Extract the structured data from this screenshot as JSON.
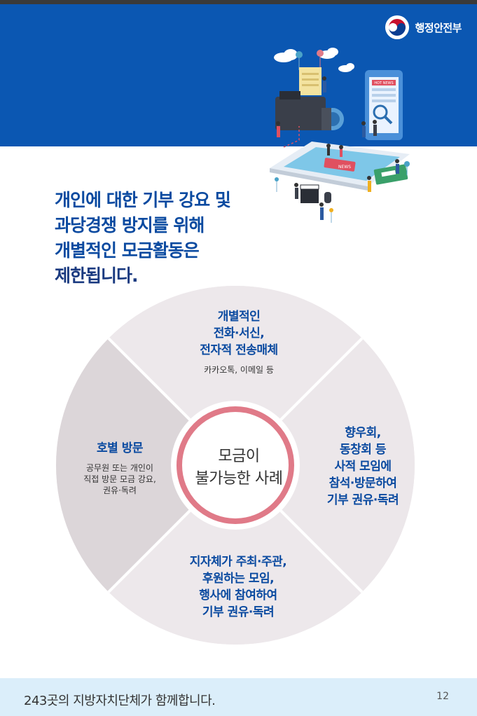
{
  "org": {
    "name": "행정안전부",
    "logo_icon": "taegeuk-logo-icon"
  },
  "headline": {
    "lines": [
      "개인에 대한 기부 강요 및",
      "과당경쟁 방지를 위해",
      "개별적인 모금활동은",
      "제한됩니다."
    ]
  },
  "diagram": {
    "center": [
      "모금이",
      "불가능한 사례"
    ],
    "top": {
      "title": [
        "개별적인",
        "전화·서신,",
        "전자적 전송매체"
      ],
      "sub": [
        "카카오톡, 이메일 등"
      ]
    },
    "left": {
      "title": [
        "호별 방문"
      ],
      "sub": [
        "공무원 또는 개인이",
        "직접 방문 모금 강요,",
        "권유·독려"
      ]
    },
    "right": {
      "title": [
        "향우회,",
        "동창회 등",
        "사적 모임에",
        "참석·방문하여",
        "기부 권유·독려"
      ]
    },
    "bottom": {
      "title": [
        "지자체가 주최·주관,",
        "후원하는 모임,",
        "행사에 참여하여",
        "기부 권유·독려"
      ]
    },
    "colors": {
      "accent_ring": "#e07a88",
      "title_blue": "#0a4aa0"
    }
  },
  "illustration": {
    "news_label": "NEWS",
    "hot_news_label": "HOT NEWS"
  },
  "footer": {
    "text": "243곳의 지방자치단체가 함께합니다.",
    "page_number": "12"
  },
  "colors": {
    "header_blue": "#0b57b2",
    "footer_bg": "#dbeefa"
  }
}
